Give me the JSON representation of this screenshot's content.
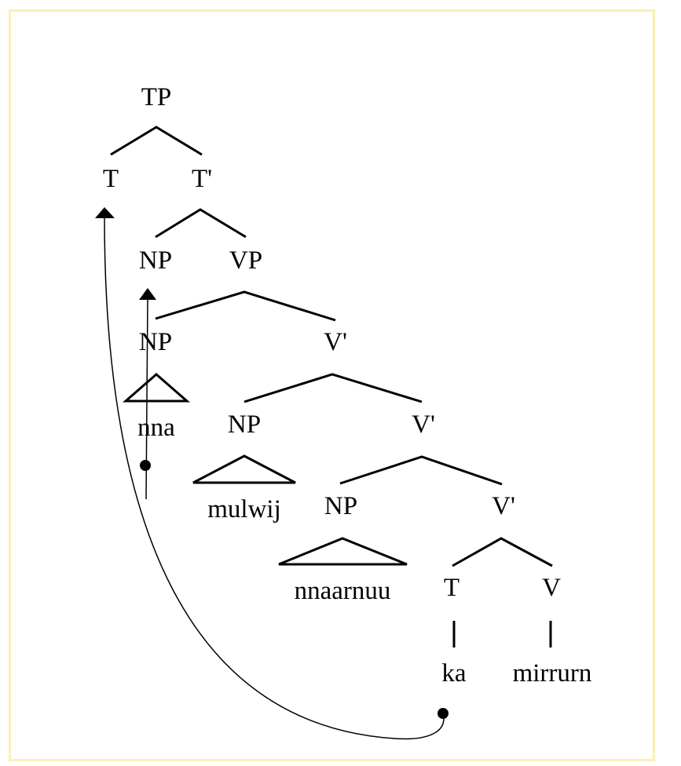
{
  "tree": {
    "tp": "TP",
    "t_head": "T",
    "t_bar": "T'",
    "np_spec": "NP",
    "vp": "VP",
    "np_subject": "NP",
    "v_bar_1": "V'",
    "np_obj1": "NP",
    "v_bar_2": "V'",
    "np_obj2": "NP",
    "v_bar_3": "V'",
    "t_low": "T",
    "v_head": "V"
  },
  "words": {
    "subject": "nna",
    "obj1": "mulwij",
    "obj2": "nnaarnuu",
    "aux": "ka",
    "verb": "mirrurn"
  },
  "colors": {
    "frame_border": "#fbefb4",
    "ink": "#000000"
  }
}
